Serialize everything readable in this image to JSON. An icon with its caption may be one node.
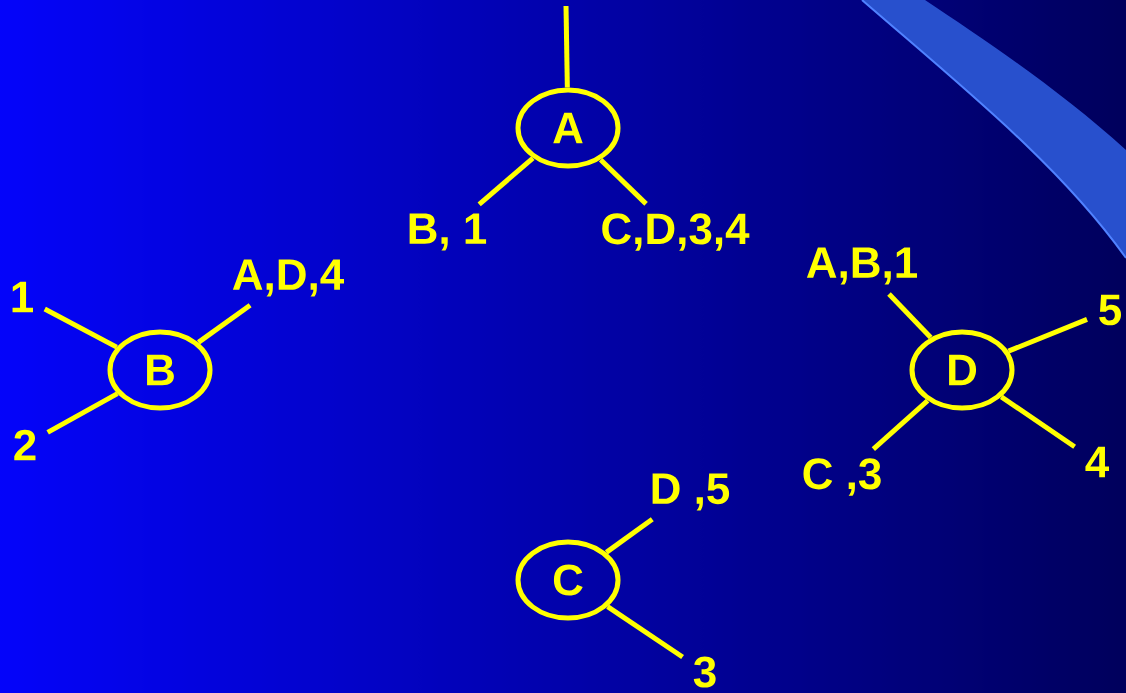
{
  "diagram": {
    "nodes": [
      {
        "text": [
          "A"
        ]
      },
      {
        "text": [
          "B, 1"
        ]
      },
      {
        "text": [
          "C,D,3,4"
        ]
      },
      {
        "text": [
          "B"
        ]
      },
      {
        "text": [
          "1"
        ]
      },
      {
        "text": [
          "A,D,4"
        ]
      },
      {
        "text": [
          "2"
        ]
      },
      {
        "text": [
          "D"
        ]
      },
      {
        "text": [
          "A,B,1"
        ]
      },
      {
        "text": [
          "5"
        ]
      },
      {
        "text": [
          "C ,3"
        ]
      },
      {
        "text": [
          "4"
        ]
      },
      {
        "text": [
          "C"
        ]
      },
      {
        "text": [
          "D ,5"
        ]
      },
      {
        "text": [
          "3"
        ]
      }
    ],
    "edges": [
      {
        "from": 0,
        "to": null,
        "arrow": "none"
      },
      {
        "from": 0,
        "to": 1,
        "arrow": "none"
      },
      {
        "from": 0,
        "to": 2,
        "arrow": "none"
      },
      {
        "from": 3,
        "to": 4,
        "arrow": "none"
      },
      {
        "from": 3,
        "to": 5,
        "arrow": "none"
      },
      {
        "from": 3,
        "to": 6,
        "arrow": "none"
      },
      {
        "from": 7,
        "to": 8,
        "arrow": "none"
      },
      {
        "from": 7,
        "to": 9,
        "arrow": "none"
      },
      {
        "from": 7,
        "to": 10,
        "arrow": "none"
      },
      {
        "from": 7,
        "to": 11,
        "arrow": "none"
      },
      {
        "from": 12,
        "to": 13,
        "arrow": "none"
      },
      {
        "from": 12,
        "to": 14,
        "arrow": "none"
      }
    ]
  }
}
